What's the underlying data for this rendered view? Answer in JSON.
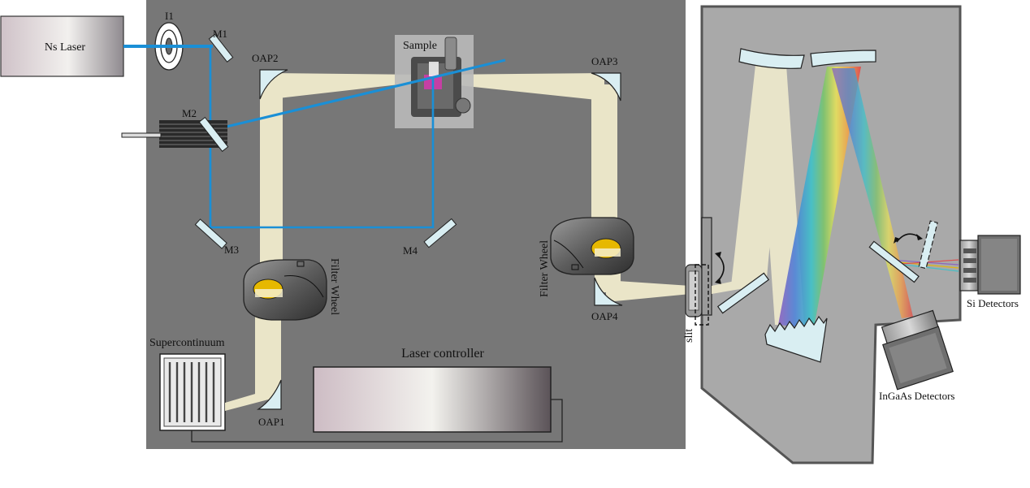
{
  "labels": {
    "ns_laser": "Ns Laser",
    "iris": "I1",
    "m1": "M1",
    "m2": "M2",
    "m3": "M3",
    "m4": "M4",
    "oap1": "OAP1",
    "oap2": "OAP2",
    "oap3": "OAP3",
    "oap4": "OAP4",
    "sample": "Sample",
    "filter_wheel_left": "Filter Wheel",
    "filter_wheel_right": "Filter Wheel",
    "supercontinuum": "Supercontinuum",
    "laser_controller": "Laser controller",
    "slit": "slit",
    "si_detectors": "Si Detectors",
    "ingaas_detectors": "InGaAs Detectors"
  },
  "colors": {
    "table": "#777777",
    "spectrometer": "#a9a9a9",
    "blue_beam": "#1a8fd6",
    "white_beam": "#f4efcf",
    "mirror": "#d9eef2",
    "filter_yellow": "#e6b800"
  },
  "icons": {
    "sample_stage": "sample-stage-icon",
    "grating": "diffraction-grating-icon",
    "rotate_arrow": "rotation-arrow-icon"
  }
}
